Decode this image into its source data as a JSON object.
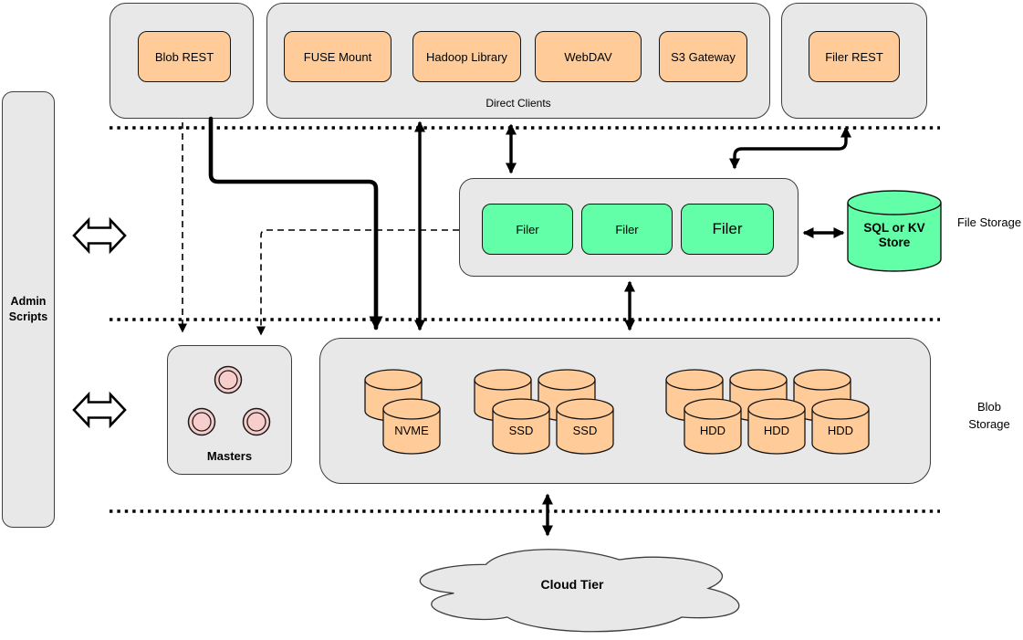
{
  "colors": {
    "container_gray": "#E8E8E8",
    "node_orange": "#FFCC99",
    "node_green": "#63FFA8",
    "masters_pink": "#F8CECC",
    "stroke_black": "#000000"
  },
  "admin_scripts": {
    "label": "Admin Scripts"
  },
  "client_layer": {
    "blob_rest": {
      "label": "Blob REST"
    },
    "direct_clients": {
      "caption": "Direct Clients",
      "items": [
        {
          "label": "FUSE Mount"
        },
        {
          "label": "Hadoop Library"
        },
        {
          "label": "WebDAV"
        },
        {
          "label": "S3 Gateway"
        }
      ]
    },
    "filer_rest": {
      "label": "Filer REST"
    }
  },
  "file_storage_layer": {
    "side_label": "File Storage",
    "filers": [
      {
        "label": "Filer"
      },
      {
        "label": "Filer"
      },
      {
        "label": "Filer"
      }
    ],
    "metadata_store": {
      "line1": "SQL or KV",
      "line2": "Store"
    }
  },
  "blob_storage_layer": {
    "side_label": "Blob Storage",
    "masters": {
      "label": "Masters"
    },
    "volumes": [
      {
        "label": "NVME"
      },
      {
        "label": "SSD"
      },
      {
        "label": "SSD"
      },
      {
        "label": "HDD"
      },
      {
        "label": "HDD"
      },
      {
        "label": "HDD"
      }
    ]
  },
  "cloud_layer": {
    "label": "Cloud Tier"
  }
}
